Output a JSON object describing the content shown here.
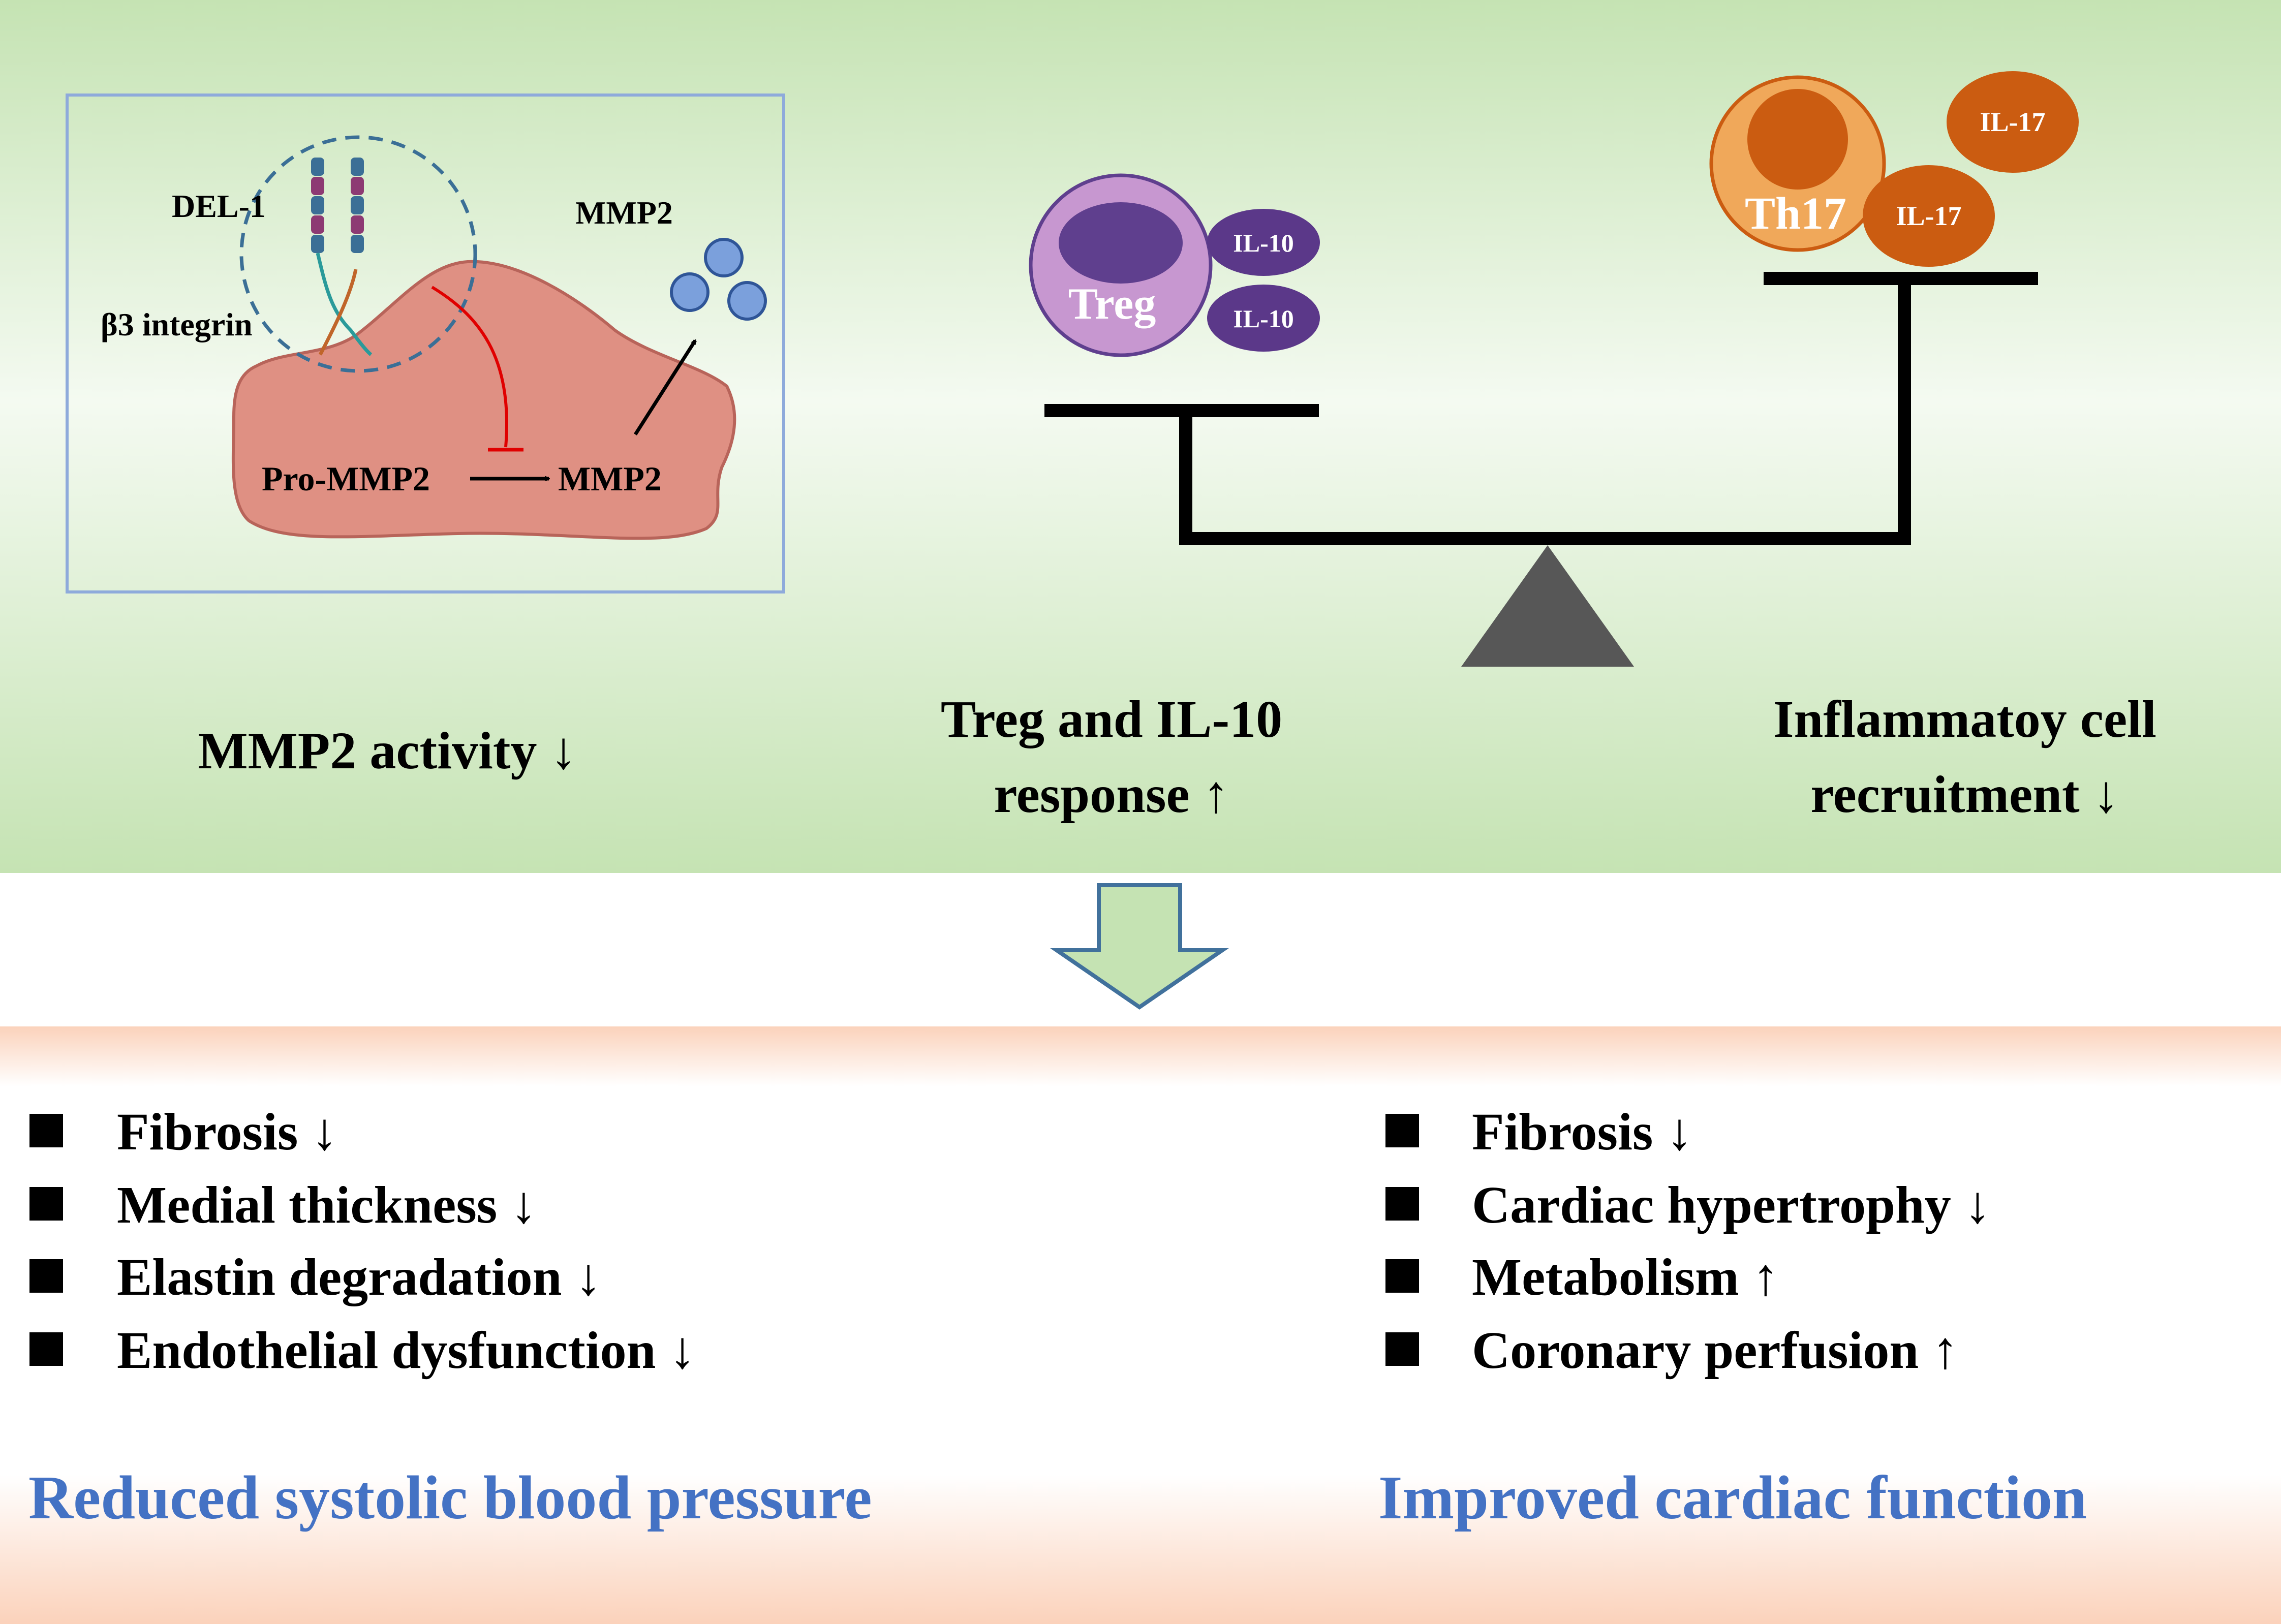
{
  "colors": {
    "top_panel_top": "#c5e3b3",
    "top_panel_mid": "#f4faf1",
    "top_panel_bottom": "#c5e3b3",
    "bottom_panel_edge": "#fbd2bb",
    "inset_border": "#8eaadb",
    "cell_body": "#df9083",
    "cell_outline": "#b8645a",
    "treg_outer": "#c797d0",
    "treg_nucleus": "#5f3f8e",
    "il10": "#5b3889",
    "th17_outer": "#f0a85a",
    "th17_nucleus": "#cb5c11",
    "il17": "#cb5c11",
    "scale": "#000000",
    "fulcrum": "#575757",
    "mmp2_ball": "#7ba0dc",
    "mmp2_ball_stroke": "#2f5597",
    "outcome_text": "#4472c4",
    "down_arrow_fill": "#c5e3b3",
    "down_arrow_stroke": "#41719c",
    "inhibit_line": "#e00000",
    "del1_segment": "#3b6f96",
    "del1_accent": "#8d3a73",
    "integrin_teal": "#2a9a9a",
    "integrin_brown": "#c0652a"
  },
  "inset": {
    "del1_label": "DEL-1",
    "integrin_label": "β3 integrin",
    "mmp2_label": "MMP2",
    "pro_mmp2_label": "Pro-MMP2",
    "mmp2_product_label": "MMP2"
  },
  "balance": {
    "treg_label": "Treg",
    "il10_label_1": "IL-10",
    "il10_label_2": "IL-10",
    "th17_label": "Th17",
    "il17_label_1": "IL-17",
    "il17_label_2": "IL-17"
  },
  "effects": {
    "mmp2_activity": "MMP2 activity ↓",
    "treg_line1": "Treg and IL-10",
    "treg_line2": "response ↑",
    "inflam_line1": "Inflammatoy cell",
    "inflam_line2": "recruitment ↓"
  },
  "vascular": {
    "items": [
      "Fibrosis ↓",
      "Medial thickness ↓",
      "Elastin degradation ↓",
      "Endothelial dysfunction ↓"
    ],
    "outcome": "Reduced systolic blood pressure"
  },
  "cardiac": {
    "items": [
      "Fibrosis ↓",
      "Cardiac hypertrophy ↓",
      "Metabolism ↑",
      "Coronary perfusion ↑"
    ],
    "outcome": "Improved cardiac function"
  }
}
